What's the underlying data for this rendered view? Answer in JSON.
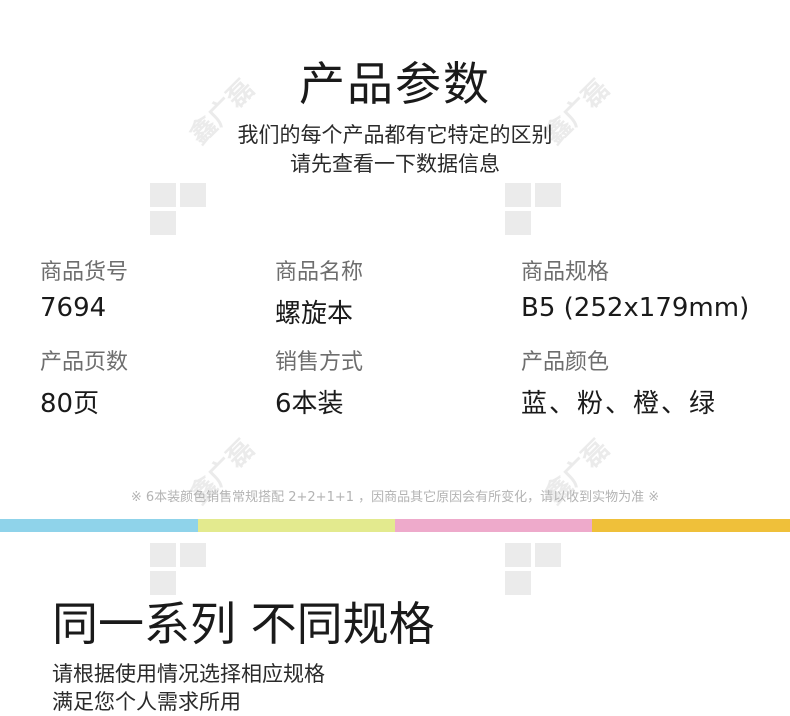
{
  "header": {
    "title": "产品参数",
    "subtitle_lines": [
      "我们的每个产品都有它特定的区别",
      "请先查看一下数据信息"
    ]
  },
  "specs": [
    {
      "label": "商品货号",
      "value": "7694"
    },
    {
      "label": "商品名称",
      "value": "螺旋本"
    },
    {
      "label": "商品规格",
      "value": "B5 (252x179mm)"
    },
    {
      "label": "产品页数",
      "value": "80页"
    },
    {
      "label": "销售方式",
      "value": "6本装"
    },
    {
      "label": "产品颜色",
      "value": "蓝、粉、橙、绿"
    }
  ],
  "note": "※ 6本装颜色销售常规搭配 2+2+1+1 ，因商品其它原因会有所变化，请以收到实物为准 ※",
  "stripe_colors": [
    "#8fd3ea",
    "#e3ea8e",
    "#eeaacb",
    "#efc03a"
  ],
  "section2": {
    "title": "同一系列 不同规格",
    "desc_lines": [
      "请根据使用情况选择相应规格",
      "满足您个人需求所用"
    ]
  },
  "watermark": {
    "text": "鑫广磊",
    "color": "#8a8a8a"
  }
}
